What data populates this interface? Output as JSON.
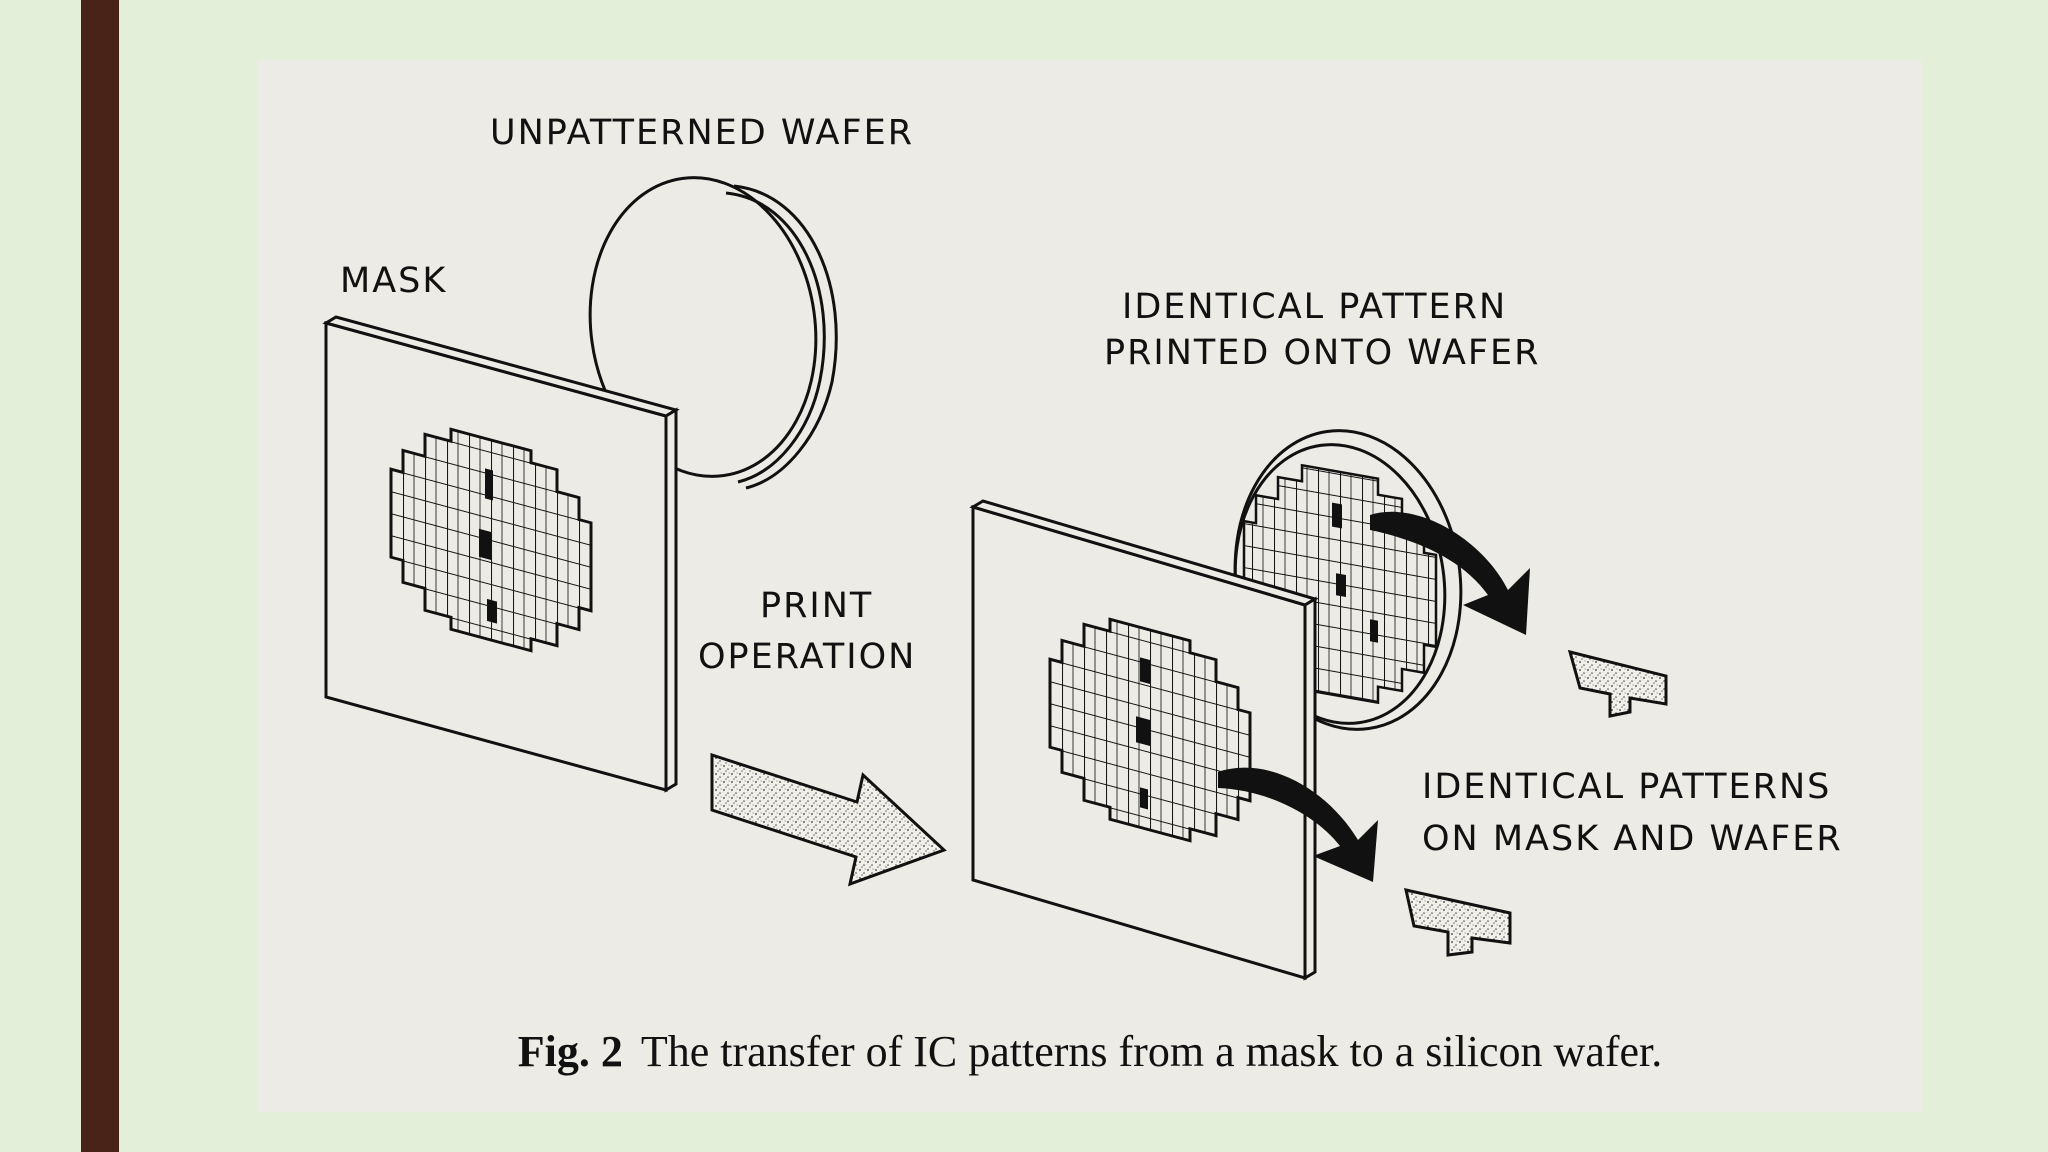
{
  "labels": {
    "unpatterned_wafer": "UNPATTERNED WAFER",
    "mask": "MASK",
    "identical_pattern_line1": "IDENTICAL PATTERN",
    "identical_pattern_line2": "PRINTED ONTO WAFER",
    "print_line1": "PRINT",
    "print_line2": "OPERATION",
    "identical_patterns_line1": "IDENTICAL PATTERNS",
    "identical_patterns_line2": "ON MASK AND WAFER"
  },
  "caption": {
    "figure_number": "Fig.  2",
    "text": "The transfer of IC patterns from a mask to a silicon wafer."
  },
  "colors": {
    "slide_background": "#e3efd9",
    "accent_bar": "#4a2318",
    "figure_background": "#ecebe5",
    "ink": "#111111"
  }
}
